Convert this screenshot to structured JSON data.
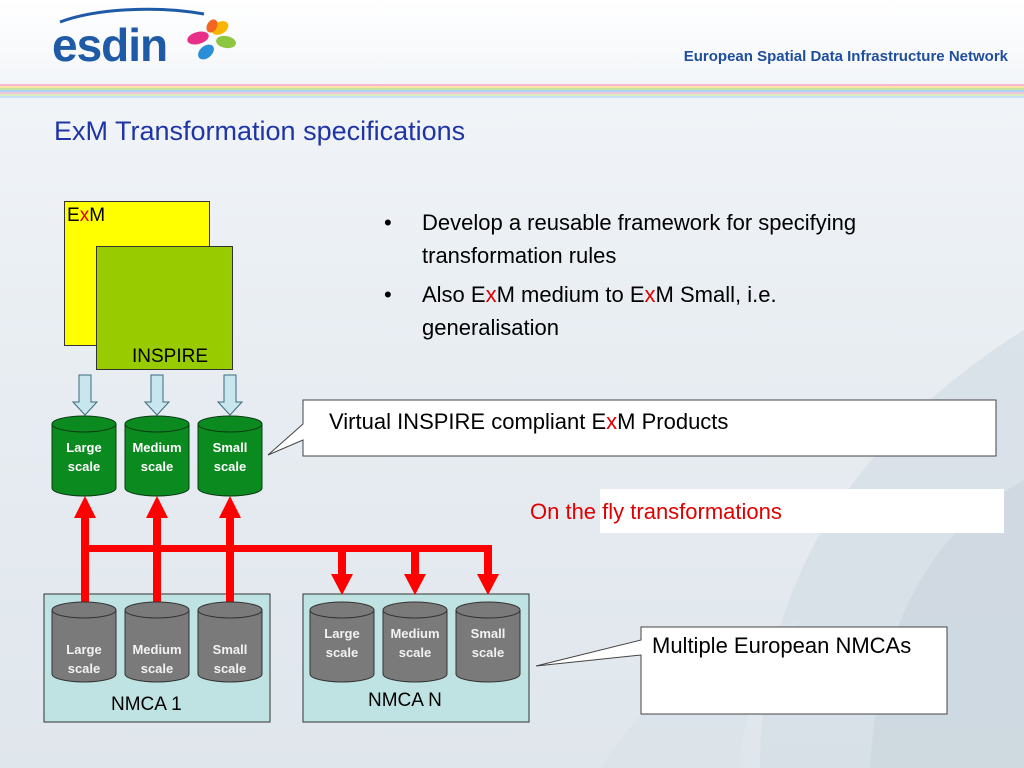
{
  "header": {
    "logo_text": "esdin",
    "org_name": "European Spatial Data Infrastructure Network"
  },
  "slide": {
    "title": "ExM Transformation specifications"
  },
  "exm_box": {
    "prefix": "E",
    "x": "x",
    "suffix": "M"
  },
  "inspire_label": "INSPIRE",
  "top_cylinders": [
    {
      "line1": "Large",
      "line2": "scale"
    },
    {
      "line1": "Medium",
      "line2": "scale"
    },
    {
      "line1": "Small",
      "line2": "scale"
    }
  ],
  "nmca1": {
    "label": "NMCA 1",
    "cylinders": [
      {
        "line1": "Large",
        "line2": "scale"
      },
      {
        "line1": "Medium",
        "line2": "scale"
      },
      {
        "line1": "Small",
        "line2": "scale"
      }
    ]
  },
  "nmcan": {
    "label": "NMCA N",
    "cylinders": [
      {
        "line1": "Large",
        "line2": "scale"
      },
      {
        "line1": "Medium",
        "line2": "scale"
      },
      {
        "line1": "Small",
        "line2": "scale"
      }
    ]
  },
  "bullets": {
    "b1": "Develop a reusable framework for specifying transformation rules",
    "b2_a": "Also E",
    "b2_x1": "x",
    "b2_b": "M medium to E",
    "b2_x2": "x",
    "b2_c": "M Small, i.e. generalisation",
    "marker": "•"
  },
  "callout_virtual": {
    "a": "Virtual INSPIRE compliant E",
    "x": "x",
    "b": "M Products"
  },
  "fly_label": "On the fly transformations",
  "callout_nmca": "Multiple European NMCAs",
  "colors": {
    "title_blue": "#1f35a5",
    "accent_red": "#e00000",
    "cyl_green": "#0b8a1f",
    "cyl_grey": "#7a7a7a",
    "exm_yellow": "#ffff00",
    "inspire_green": "#99cc00",
    "nmca_bg": "#bfe3e3"
  }
}
